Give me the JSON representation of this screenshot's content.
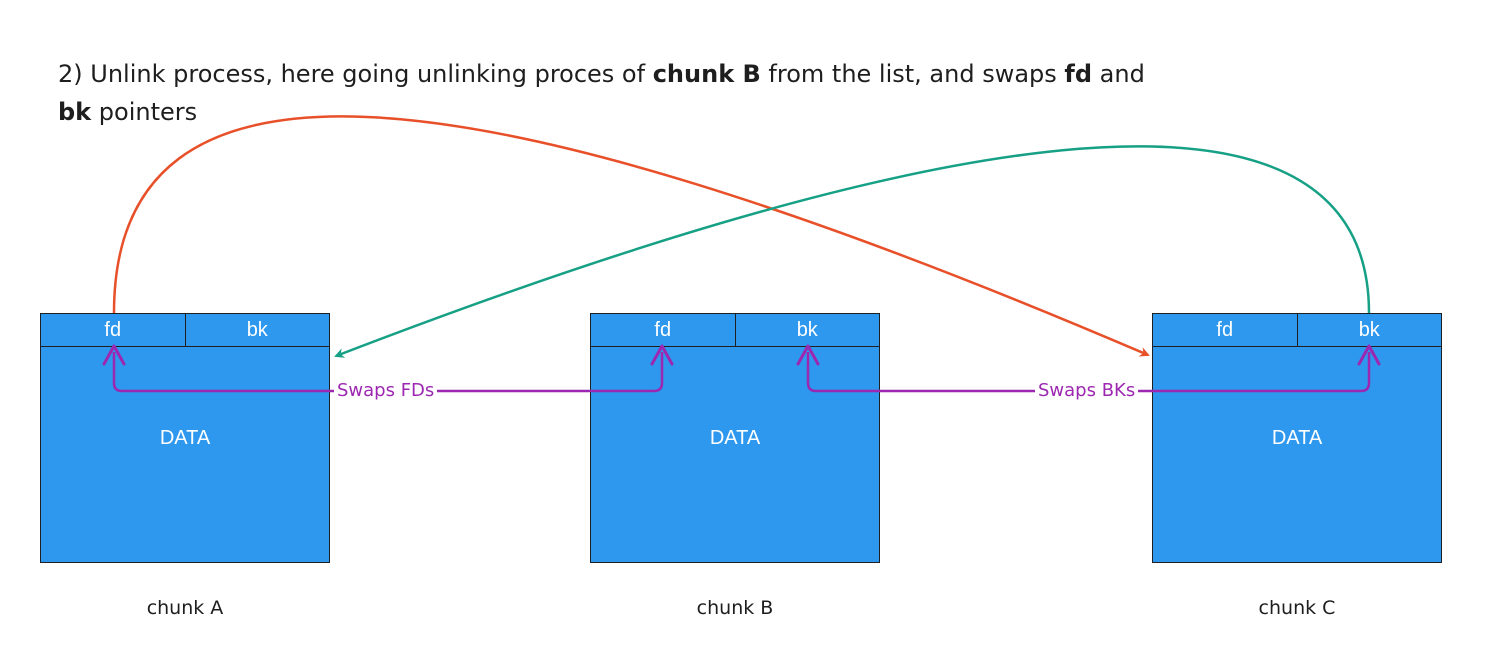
{
  "title": {
    "prefix": "2) Unlink process, here going unlinking proces of ",
    "bold1": "chunk B",
    "middle": " from the list, and swaps ",
    "bold2": "fd",
    "middle2": " and ",
    "bold3": "bk",
    "suffix": " pointers"
  },
  "chunks": [
    {
      "fd": "fd",
      "bk": "bk",
      "data": "DATA",
      "caption": "chunk A"
    },
    {
      "fd": "fd",
      "bk": "bk",
      "data": "DATA",
      "caption": "chunk B"
    },
    {
      "fd": "fd",
      "bk": "bk",
      "data": "DATA",
      "caption": "chunk C"
    }
  ],
  "labels": {
    "swap_fds": "Swaps FDs",
    "swap_bks": "Swaps BKs"
  },
  "colors": {
    "chunk_fill": "#2e98ee",
    "fd_arrow": "#e8502a",
    "bk_arrow": "#16a085",
    "swap_arrow": "#9c27b0"
  }
}
